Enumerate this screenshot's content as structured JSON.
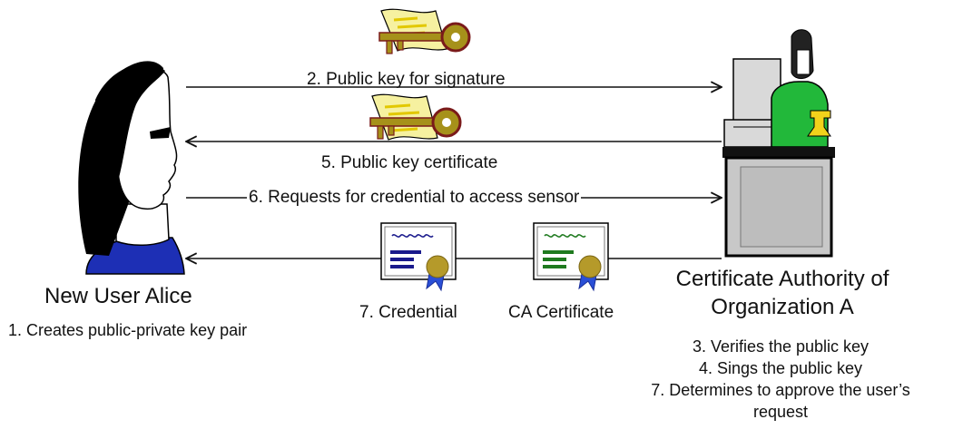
{
  "nodes": {
    "user": {
      "name": "New User Alice",
      "note": "1. Creates public-private key pair"
    },
    "ca": {
      "name_line1": "Certificate Authority of",
      "name_line2": "Organization A",
      "notes": [
        "3. Verifies the public key",
        "4. Sings the public key",
        "7. Determines to approve the user’s",
        "request"
      ]
    }
  },
  "arrows": {
    "a2": {
      "label": "2. Public key for signature",
      "direction": "right"
    },
    "a5": {
      "label": "5. Public key certificate",
      "direction": "left"
    },
    "a6": {
      "label": "6. Requests for credential to access sensor",
      "direction": "right"
    },
    "a7": {
      "direction": "left"
    }
  },
  "documents": {
    "credential": {
      "label": "7. Credential",
      "color": "#1a1a8c"
    },
    "ca_certificate": {
      "label": "CA Certificate",
      "color": "#1f7a1f"
    }
  },
  "colors": {
    "key_gold": "#a6911a",
    "key_dark": "#7a1a1a",
    "scroll_yellow": "#f2e55c",
    "seal": "#b59a2a",
    "ribbon": "#2a4fd6",
    "shirt": "#1d2fb5",
    "ca_shirt": "#22b83a",
    "desk_gray": "#c8c8c8"
  },
  "icons": {
    "user": "person-head-icon",
    "ca": "clerk-at-desk-icon",
    "key": "key-scroll-icon",
    "certificate": "certificate-icon"
  }
}
